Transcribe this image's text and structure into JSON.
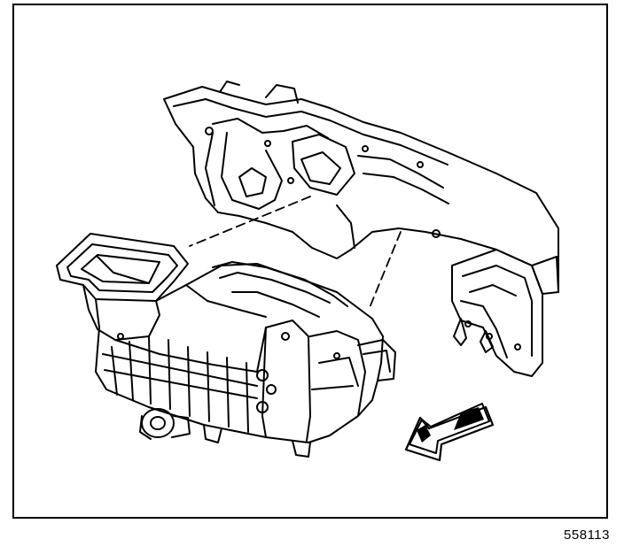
{
  "figure": {
    "number": "558113",
    "colors": {
      "line": "#000000",
      "background": "#ffffff"
    }
  },
  "parts": [
    {
      "name": "instrument-panel-carrier"
    },
    {
      "name": "hvac-module"
    },
    {
      "name": "blower-motor"
    },
    {
      "name": "installation-direction-arrow",
      "icon": "arrow-icon"
    }
  ]
}
